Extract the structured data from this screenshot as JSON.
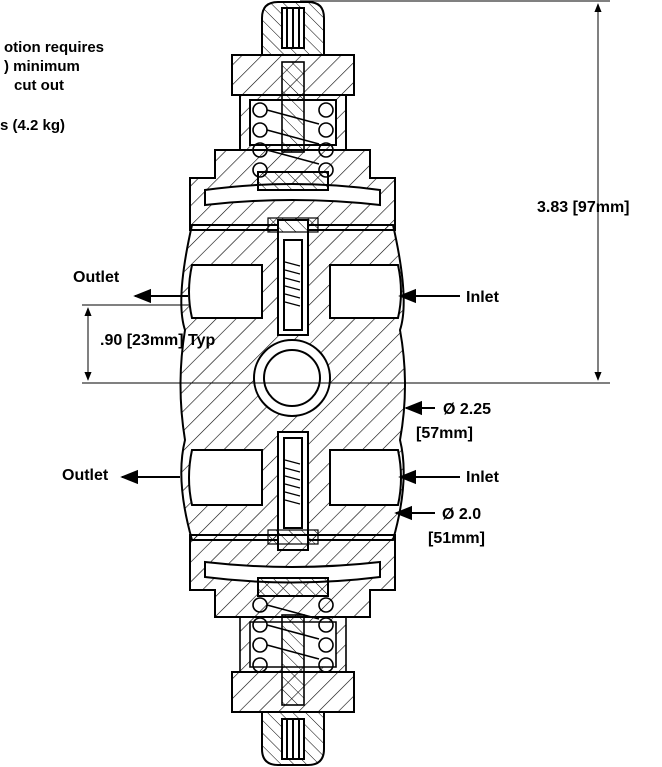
{
  "notes": {
    "line1": "otion requires",
    "line2": ") minimum",
    "line3": "cut out",
    "weight": "s (4.2 kg)"
  },
  "labels": {
    "outlet_upper": "Outlet",
    "inlet_upper": "Inlet",
    "outlet_lower": "Outlet",
    "inlet_lower": "Inlet"
  },
  "dimensions": {
    "overall_height": "3.83 [97mm]",
    "port_spacing": ".90 [23mm] Typ",
    "body_diameter_1": "Ø 2.25",
    "body_diameter_1_metric": "[57mm]",
    "body_diameter_2": "Ø 2.0",
    "body_diameter_2_metric": "[51mm]"
  }
}
